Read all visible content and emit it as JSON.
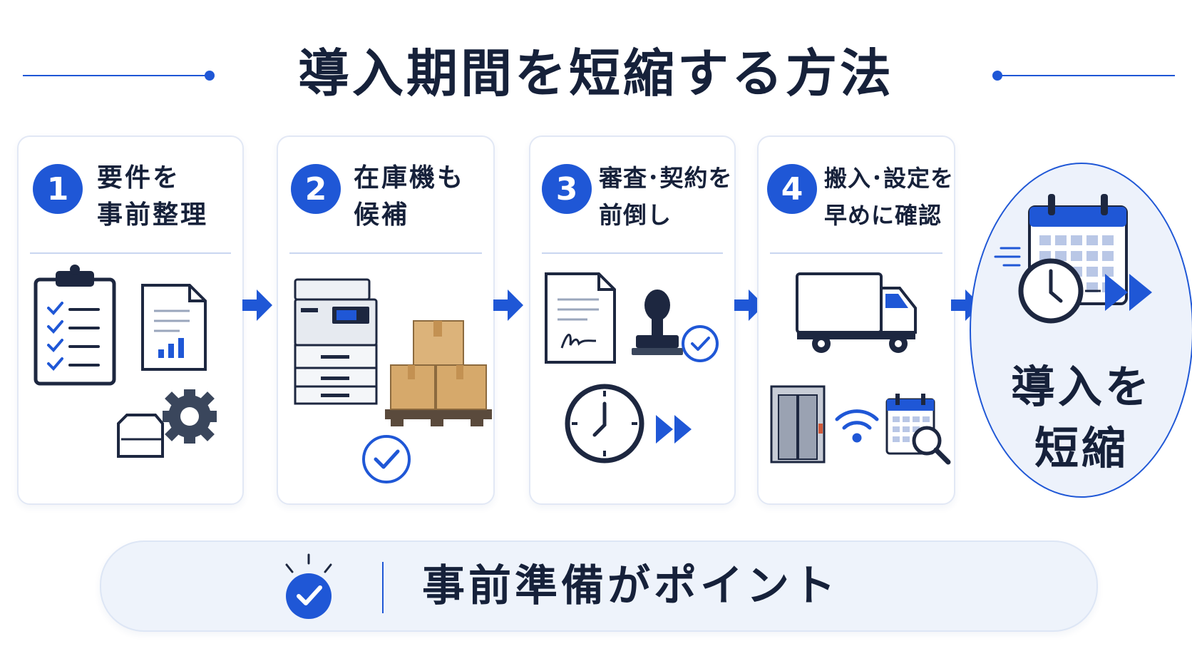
{
  "title": "導入期間を短縮する方法",
  "steps": [
    {
      "number": "1",
      "label": "要件を\n事前整理"
    },
    {
      "number": "2",
      "label": "在庫機も\n候補"
    },
    {
      "number": "3",
      "label": "審査･契約を\n前倒し"
    },
    {
      "number": "4",
      "label": "搬入･設定を\n早めに確認"
    }
  ],
  "result": {
    "label": "導入を\n短縮"
  },
  "point": {
    "label": "事前準備がポイント"
  },
  "colors": {
    "accent": "#1f57d6",
    "navy": "#1d2740",
    "box": "#d6a96b",
    "panel": "#edf2fb"
  },
  "icons": [
    "checklist-icon",
    "report-icon",
    "settings-gear-icon",
    "copier-icon",
    "boxes-icon",
    "check-circle-icon",
    "contract-icon",
    "stamp-icon",
    "clock-icon",
    "fast-forward-icon",
    "truck-icon",
    "elevator-icon",
    "wifi-icon",
    "calendar-search-icon",
    "calendar-icon",
    "lightbulb-check-icon"
  ]
}
